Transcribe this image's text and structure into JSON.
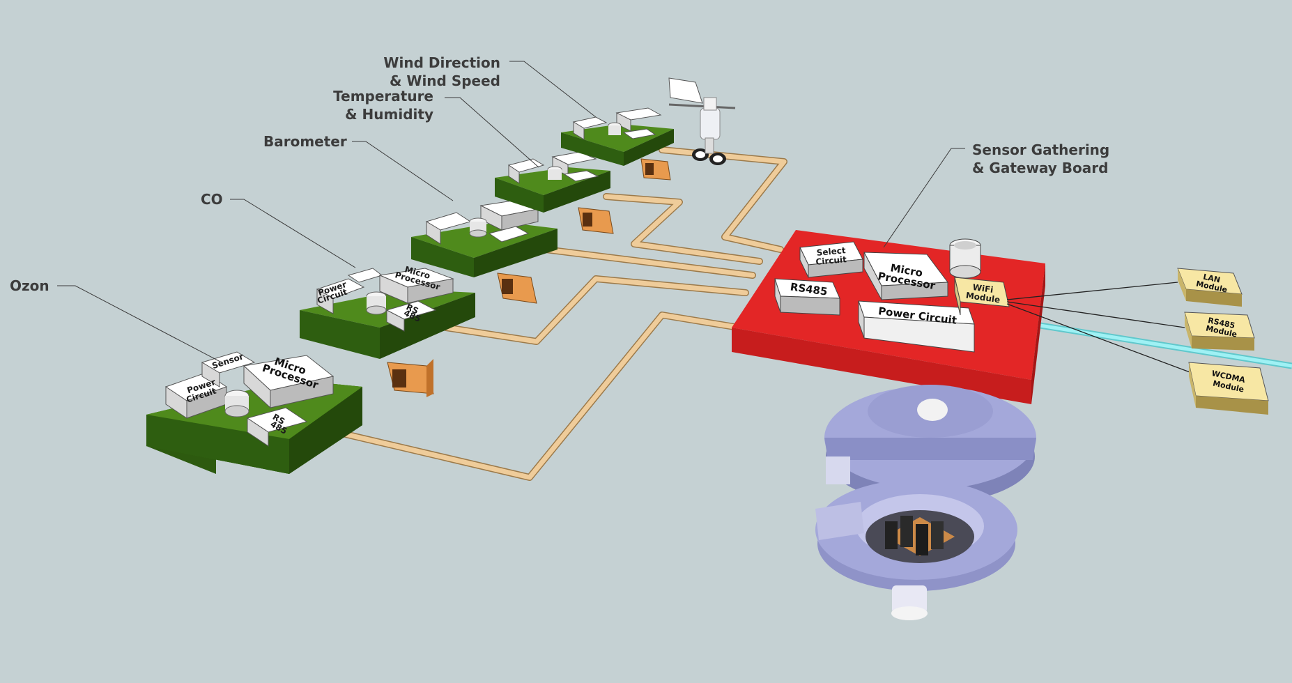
{
  "callouts": {
    "ozon": "Ozon",
    "co": "CO",
    "barometer": "Barometer",
    "temperature_line1": "Temperature",
    "temperature_line2": "& Humidity",
    "wind_line1": "Wind Direction",
    "wind_line2": "& Wind Speed",
    "gateway_line1": "Sensor Gathering",
    "gateway_line2": "& Gateway Board"
  },
  "node_chips": {
    "micro_line1": "Micro",
    "micro_line2": "Processor",
    "power_line1": "Power",
    "power_line2": "Circuit",
    "sensor": "Sensor",
    "rs_line1": "RS",
    "rs_line2": "485"
  },
  "gateway_chips": {
    "select_line1": "Select",
    "select_line2": "Circuit",
    "micro_line1": "Micro",
    "micro_line2": "Processor",
    "rs485": "RS485",
    "power": "Power Circuit",
    "wifi_line1": "WiFi",
    "wifi_line2": "Module"
  },
  "modules": {
    "lan_line1": "LAN",
    "lan_line2": "Module",
    "rs485_line1": "RS485",
    "rs485_line2": "Module",
    "wcdma_line1": "WCDMA",
    "wcdma_line2": "Module"
  },
  "colors": {
    "background": "#c5d1d3",
    "pcb_green": "#3a7414",
    "gateway_red": "#e32626",
    "cable": "#efcc9a",
    "connector_orange": "#e89a4e",
    "module_yellow": "#f7e7a4",
    "housing_lavender": "#9fa3d6",
    "uplink_cyan": "#9ff1f4"
  }
}
